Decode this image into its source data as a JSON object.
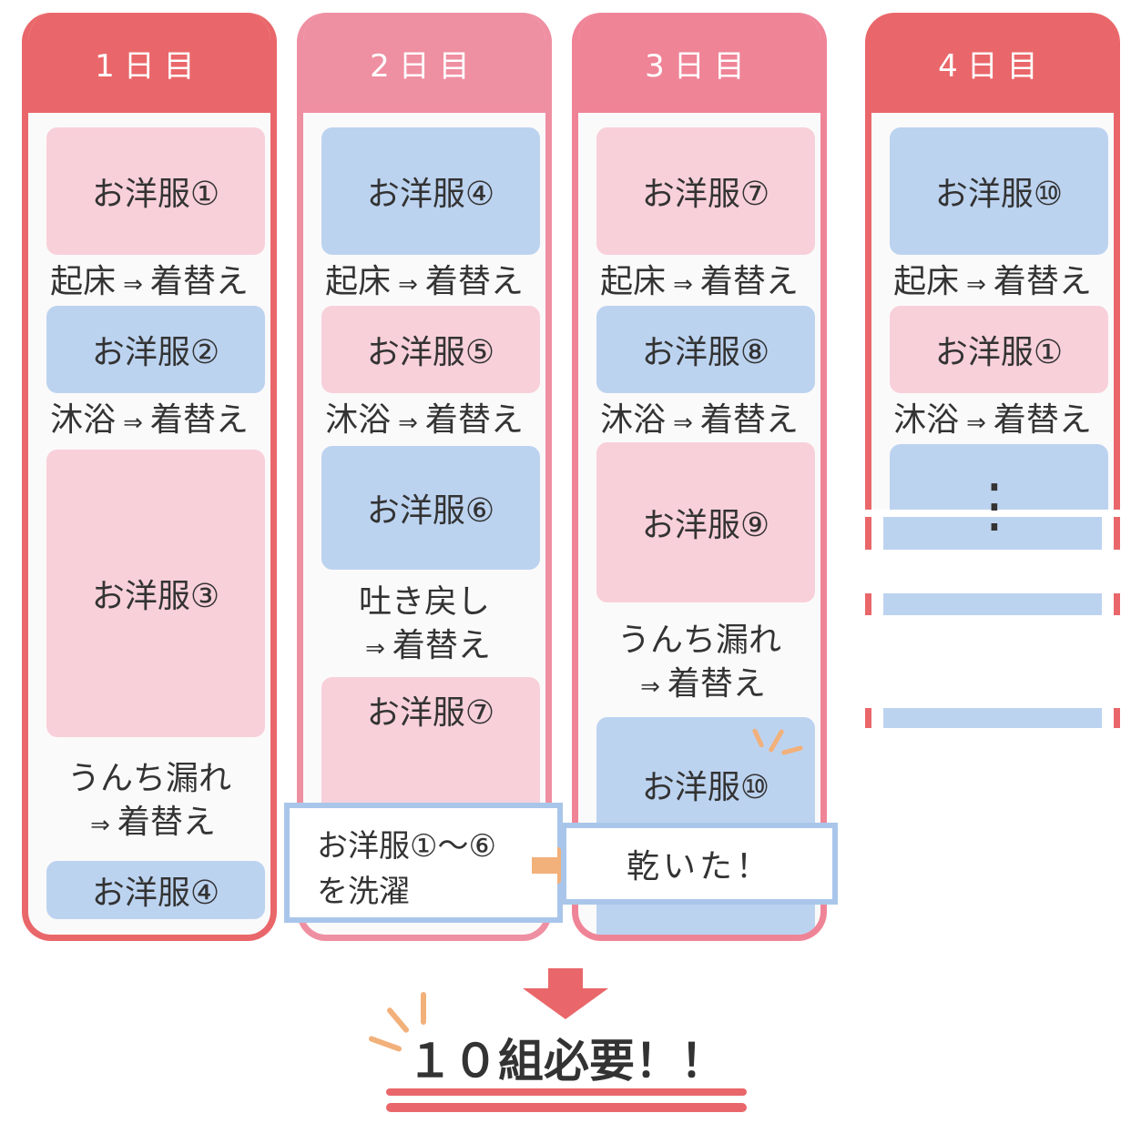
{
  "days": [
    {
      "header": "1日目"
    },
    {
      "header": "2日目"
    },
    {
      "header": "3日目"
    },
    {
      "header": "4日目"
    }
  ],
  "clothes": {
    "c1": "お洋服①",
    "c2": "お洋服②",
    "c3": "お洋服③",
    "c4": "お洋服④",
    "c5": "お洋服⑤",
    "c6": "お洋服⑥",
    "c7": "お洋服⑦",
    "c8": "お洋服⑧",
    "c9": "お洋服⑨",
    "c10": "お洋服⑩"
  },
  "events": {
    "wake_a": "起床",
    "wake_b": "着替え",
    "bath_a": "沐浴",
    "bath_b": "着替え",
    "poop_line1": "うんち漏れ",
    "poop_line2": "着替え",
    "spit_line1": "吐き戻し",
    "spit_line2": "着替え",
    "arrow": "⇒"
  },
  "laundry": {
    "line1": "お洋服①〜⑥",
    "line2": "を洗濯"
  },
  "dried": "乾いた！",
  "vdots": "⋮",
  "conclusion": "１０組必要！！",
  "colors": {
    "red": "#e9676a",
    "pink_header": "#ef8fa2",
    "pink_block": "#f8d0da",
    "blue_block": "#bcd3f0",
    "box_border": "#a9c6ea",
    "accent": "#f2b07a"
  }
}
